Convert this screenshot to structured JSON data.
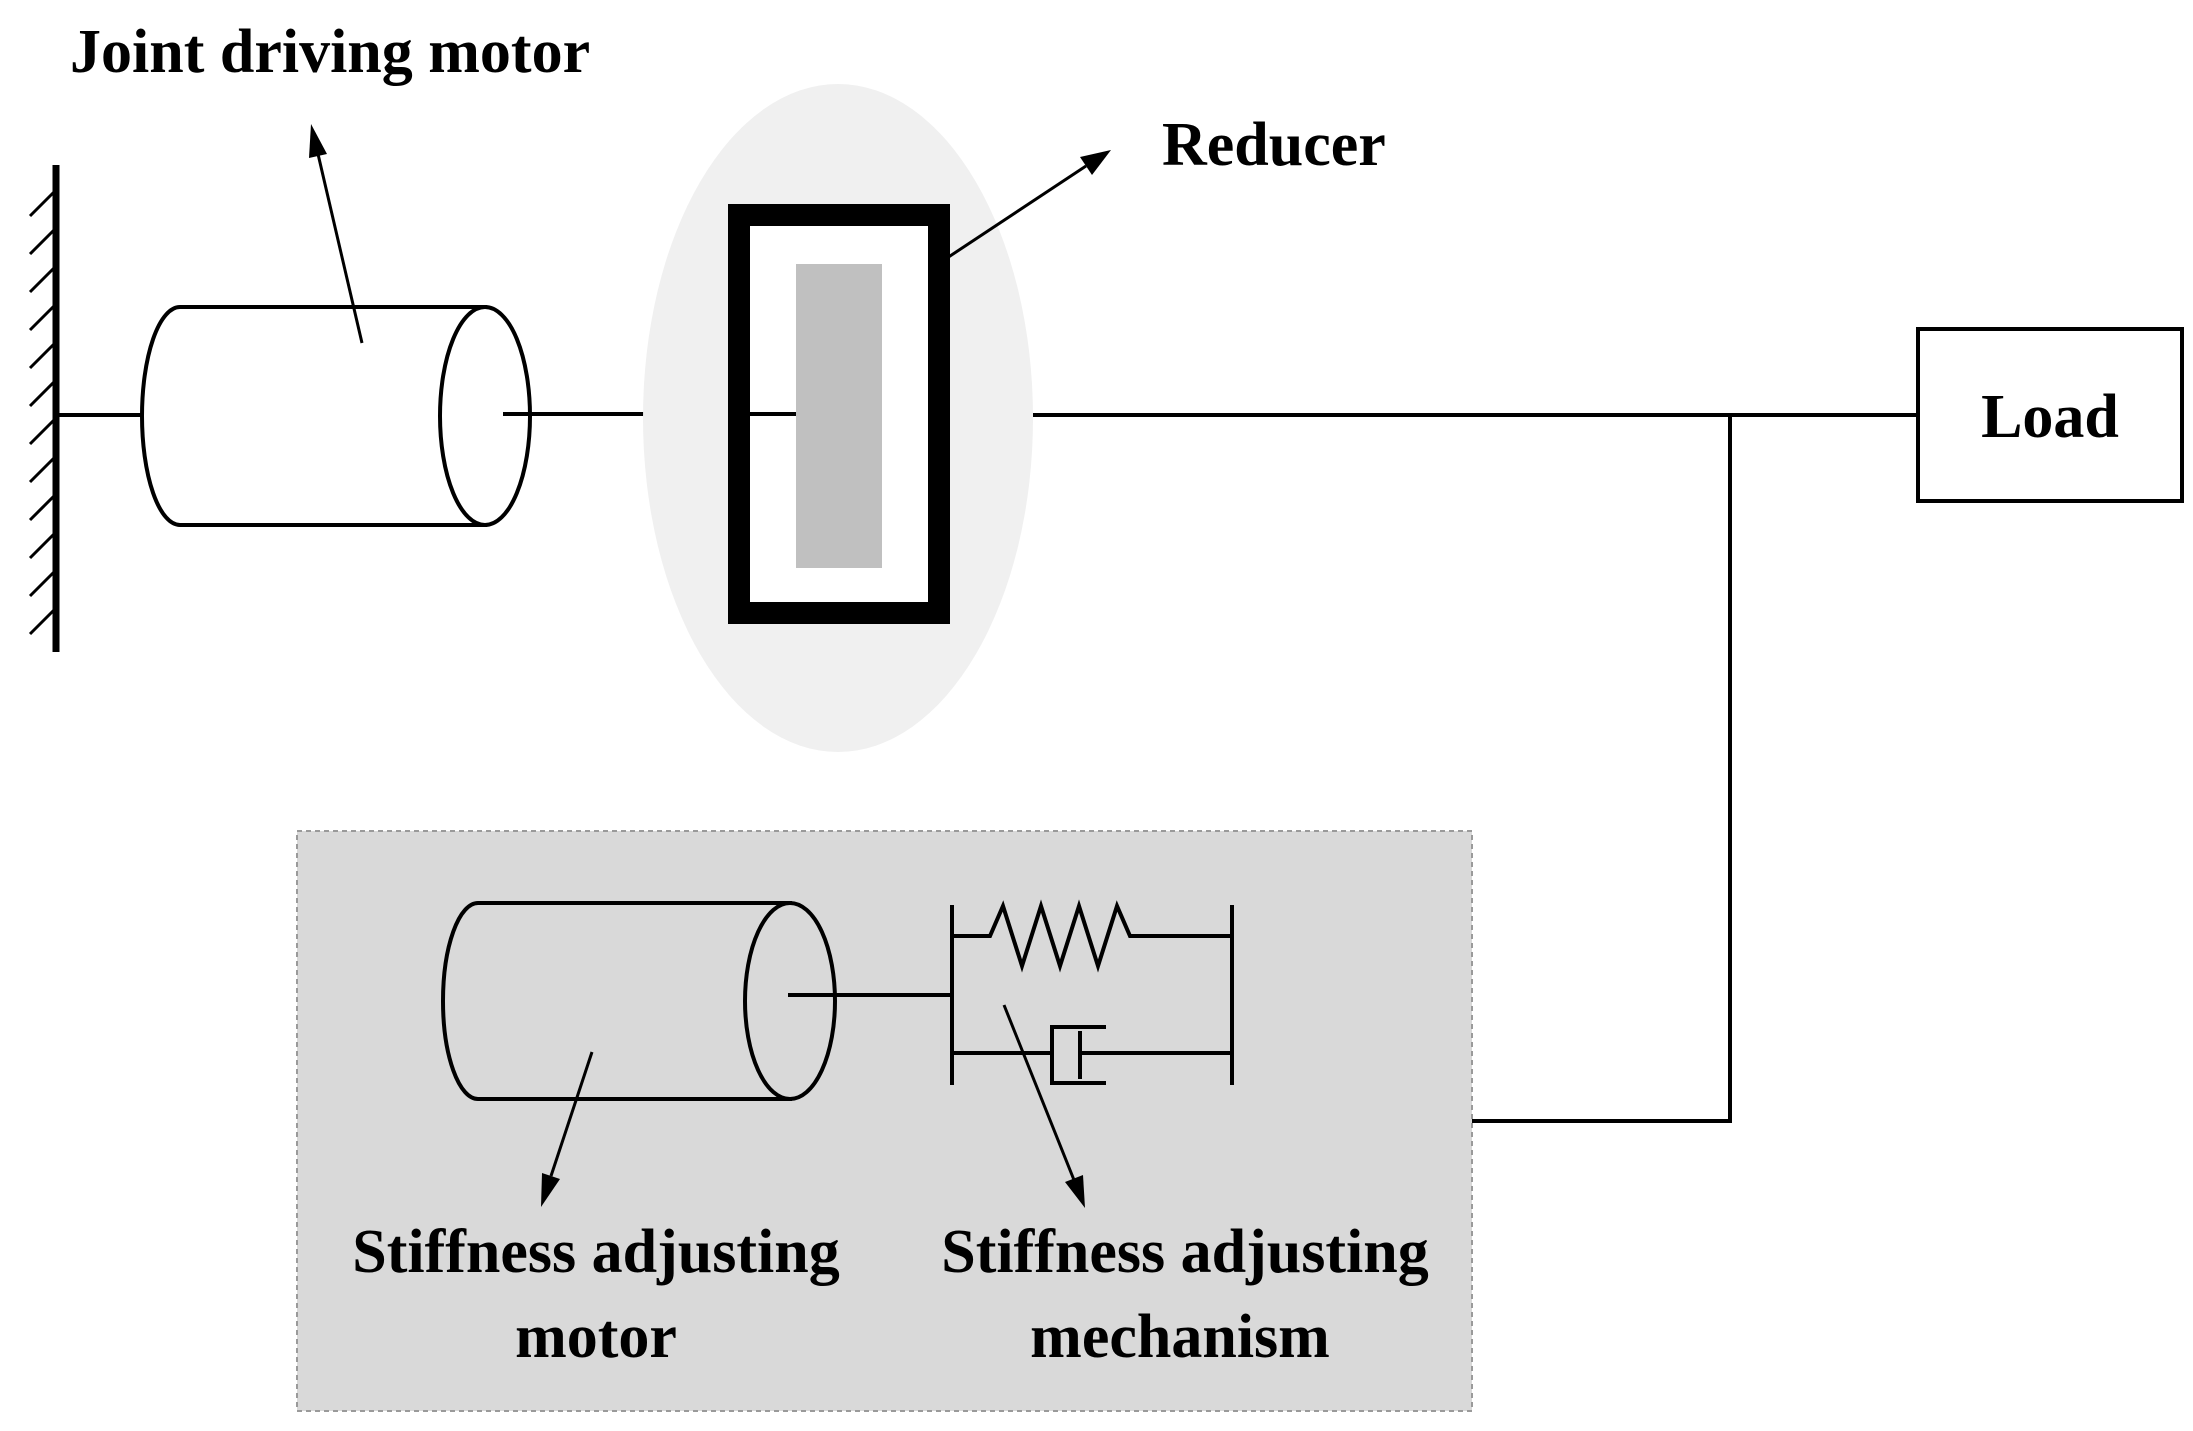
{
  "labels": {
    "joint_driving_motor": "Joint driving motor",
    "reducer": "Reducer",
    "load": "Load",
    "stiffness_adjusting_motor_line1": "Stiffness adjusting",
    "stiffness_adjusting_motor_line2": "motor",
    "stiffness_adjusting_mechanism_line1": "Stiffness adjusting",
    "stiffness_adjusting_mechanism_line2": "mechanism"
  },
  "colors": {
    "line": "#000000",
    "reducer_halo": "#f0f0f0",
    "reducer_core": "#c0c0c0",
    "adjusting_unit_box": "#d9d9d9",
    "adjusting_unit_border": "#9a9a9a",
    "background": "#ffffff"
  }
}
